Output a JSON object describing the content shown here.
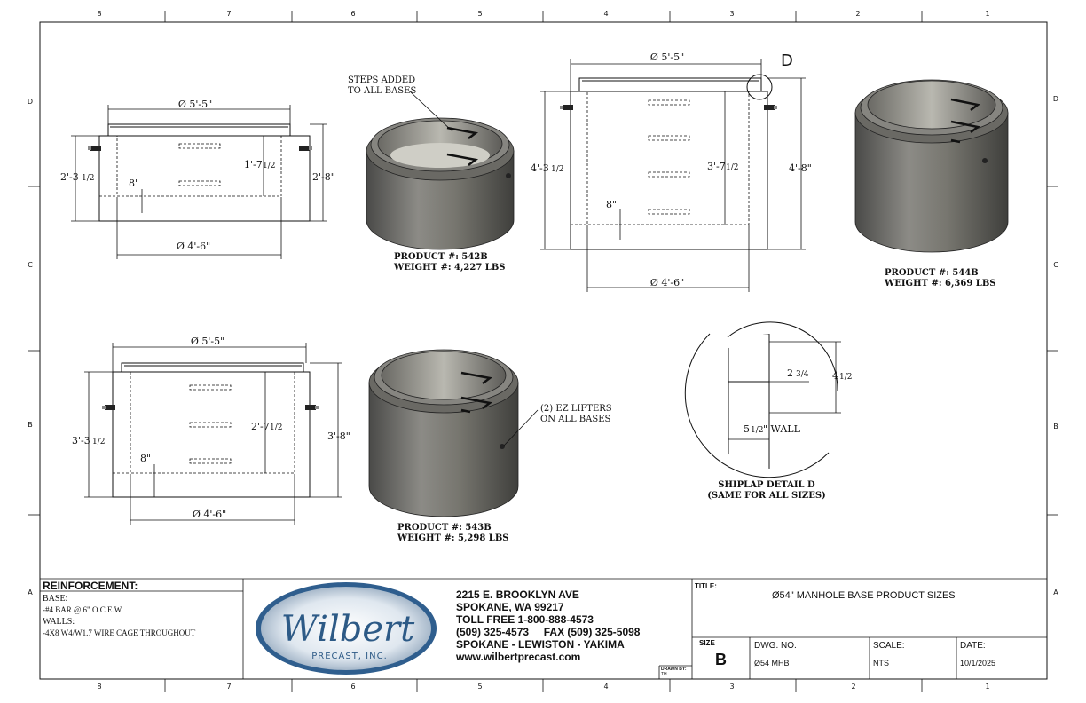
{
  "border": {
    "cols_top": [
      "8",
      "7",
      "6",
      "5",
      "4",
      "3",
      "2",
      "1"
    ],
    "cols_bottom": [
      "8",
      "7",
      "6",
      "5",
      "4",
      "3",
      "2",
      "1"
    ],
    "rows_left": [
      "D",
      "C",
      "B",
      "A"
    ],
    "rows_right": [
      "D",
      "C",
      "B",
      "A"
    ]
  },
  "view1": {
    "top_dia": "Ø 5'-5\"",
    "bot_dia": "Ø 4'-6\"",
    "left_h": "2'-3",
    "left_frac": "1/2",
    "right_h": "2'-8\"",
    "inner_h": "1'-7",
    "inner_frac": "1/2",
    "floor": "8\""
  },
  "view2": {
    "top_dia": "Ø 5'-5\"",
    "bot_dia": "Ø 4'-6\"",
    "left_h": "4'-3",
    "left_frac": "1/2",
    "right_h": "4'-8\"",
    "inner_h": "3'-7",
    "inner_frac": "1/2",
    "floor": "8\"",
    "detail_letter": "D"
  },
  "view3": {
    "top_dia": "Ø 5'-5\"",
    "bot_dia": "Ø 4'-6\"",
    "left_h": "3'-3",
    "left_frac": "1/2",
    "right_h": "3'-8\"",
    "inner_h": "2'-7",
    "inner_frac": "1/2",
    "floor": "8\""
  },
  "notes": {
    "steps": [
      "STEPS ADDED",
      "TO ALL BASES"
    ],
    "lifters": [
      "(2) EZ LIFTERS",
      "ON ALL BASES"
    ]
  },
  "products": [
    {
      "product": "PRODUCT #: 542B",
      "weight": "WEIGHT #: 4,227 LBS"
    },
    {
      "product": "PRODUCT #: 544B",
      "weight": "WEIGHT #: 6,369 LBS"
    },
    {
      "product": "PRODUCT #: 543B",
      "weight": "WEIGHT #: 5,298 LBS"
    }
  ],
  "detail": {
    "dim_a": "2",
    "dim_a_frac": "3/4",
    "dim_b": "4",
    "dim_b_frac": "1/2",
    "wall": "5",
    "wall_frac": "1/2",
    "wall_label": "\" WALL",
    "title": "SHIPLAP DETAIL D",
    "subtitle": "(SAME FOR ALL SIZES)"
  },
  "title_block": {
    "reinforcement_title": "REINFORCEMENT:",
    "base_label": "BASE:",
    "base_text": "-#4 BAR @ 6\" O.C.E.W",
    "walls_label": "WALLS:",
    "walls_text": "-4X8 W4/W1.7 WIRE CAGE THROUGHOUT",
    "logo_main": "Wilbert",
    "logo_sub": "PRECAST, INC.",
    "address": [
      "2215 E. BROOKLYN AVE",
      "SPOKANE, WA 99217",
      "TOLL FREE 1-800-888-4573",
      "(509) 325-4573     FAX (509) 325-5098",
      "SPOKANE - LEWISTON - YAKIMA",
      "www.wilbertprecast.com"
    ],
    "drawn_by_label": "DRAWN BY:",
    "drawn_by": "TH",
    "title_label": "TITLE:",
    "title": "Ø54\" MANHOLE BASE PRODUCT SIZES",
    "size_label": "SIZE",
    "size": "B",
    "dwg_label": "DWG. NO.",
    "dwg": "Ø54 MHB",
    "scale_label": "SCALE:",
    "scale": "NTS",
    "date_label": "DATE:",
    "date": "10/1/2025"
  }
}
